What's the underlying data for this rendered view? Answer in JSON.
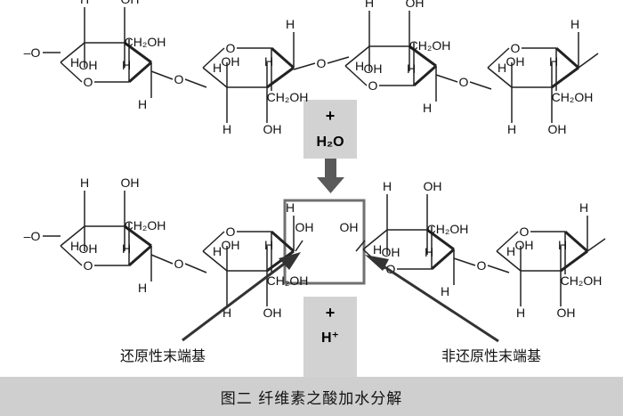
{
  "reagents": {
    "top_plus": "+",
    "water": "H₂O",
    "bottom_plus": "+",
    "acid": "H⁺"
  },
  "labels": {
    "reducing_end": "还原性末端基",
    "non_reducing_end": "非还原性末端基"
  },
  "caption": "图二  纤维素之酸加水分解",
  "atoms": {
    "H": "H",
    "OH": "OH",
    "CH2OH": "CH₂OH",
    "O": "O",
    "chain_end": "–O"
  },
  "colors": {
    "reagent_box": "#d2d2d2",
    "arrow": "#5a5a5a",
    "highlight_frame": "#707070",
    "caption_bar": "#cfcfcf"
  }
}
